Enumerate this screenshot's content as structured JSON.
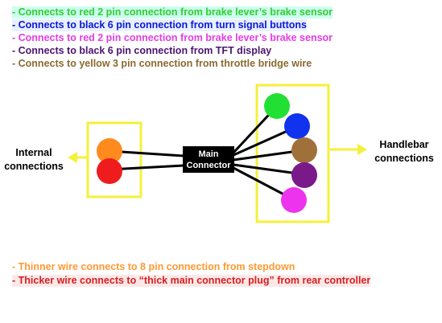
{
  "legend": [
    {
      "text": "- Connects to red 2 pin connection from brake lever’s brake sensor",
      "color": "#33cc33",
      "highlight": "#ccffee"
    },
    {
      "text": "- Connects to black 6 pin connection from turn signal buttons",
      "color": "#0a18d8",
      "highlight": "#e8f0ff"
    },
    {
      "text": "- Connects to red 2 pin connection from brake lever’s brake sensor",
      "color": "#e53be5",
      "highlight": ""
    },
    {
      "text": "- Connects to black 6 pin connection from TFT display",
      "color": "#4b1470",
      "highlight": ""
    },
    {
      "text": "- Connects to yellow 3 pin connection from throttle bridge wire",
      "color": "#8a6a30",
      "highlight": ""
    }
  ],
  "diagram": {
    "left_label": "Internal connections",
    "right_label": "Handlebar connections",
    "main_connector": "Main Connector",
    "left_pins": [
      {
        "name": "orange-pin",
        "color": "#ff8a1e"
      },
      {
        "name": "red-pin",
        "color": "#ee1c1c"
      }
    ],
    "right_pins": [
      {
        "name": "green-pin",
        "color": "#22e033"
      },
      {
        "name": "blue-pin",
        "color": "#1133ee"
      },
      {
        "name": "brown-pin",
        "color": "#a0703a"
      },
      {
        "name": "purple-pin",
        "color": "#7a1a8a"
      },
      {
        "name": "magenta-pin",
        "color": "#ee33ee"
      }
    ],
    "box_color": "#f5f03a",
    "arrow_color": "#f5f03a"
  },
  "footer": [
    {
      "text": "- Thinner wire connects to 8 pin connection from stepdown",
      "color": "#ff9933"
    },
    {
      "text": "- Thicker wire connects to “thick main connector plug” from rear controller",
      "color": "#d62020",
      "highlight": "#fde8e8"
    }
  ]
}
